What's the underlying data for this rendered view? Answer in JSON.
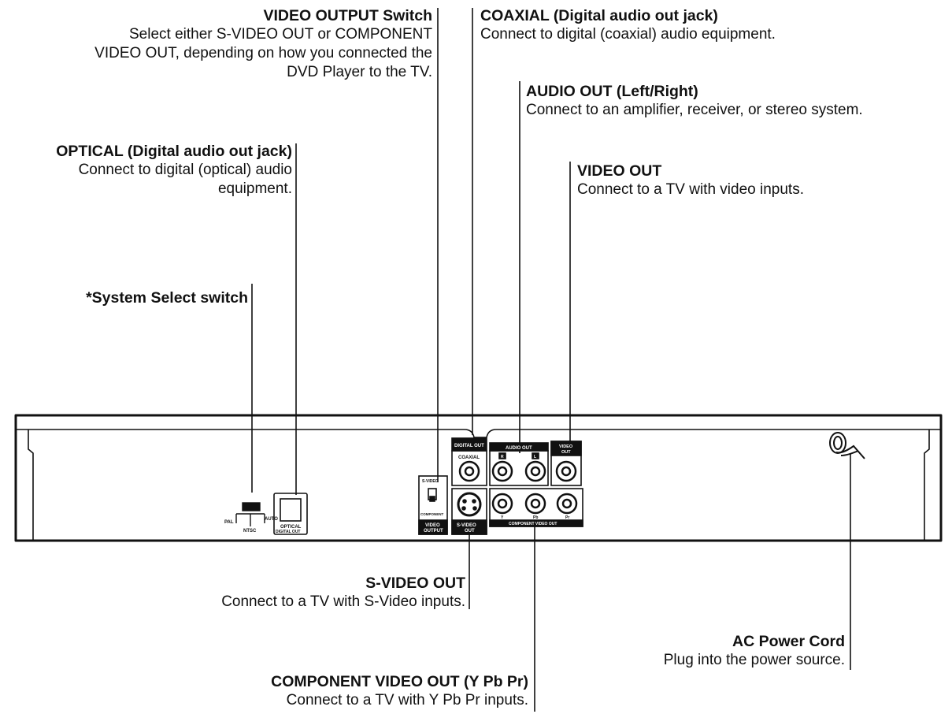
{
  "callouts": {
    "video_output_switch": {
      "title": "VIDEO OUTPUT Switch",
      "desc": [
        "Select either S-VIDEO OUT or COMPONENT",
        "VIDEO OUT, depending on how you connected the",
        "DVD Player to the TV."
      ]
    },
    "coaxial": {
      "title": "COAXIAL (Digital audio out jack)",
      "desc": [
        "Connect to digital (coaxial) audio equipment."
      ]
    },
    "audio_out": {
      "title": "AUDIO OUT (Left/Right)",
      "desc": [
        "Connect to an amplifier, receiver, or stereo system."
      ]
    },
    "optical": {
      "title": "OPTICAL (Digital audio out jack)",
      "desc": [
        "Connect to digital (optical) audio",
        "equipment."
      ]
    },
    "video_out": {
      "title": "VIDEO OUT",
      "desc": [
        "Connect to a TV with video inputs."
      ]
    },
    "system_select": {
      "title": "*System Select switch"
    },
    "s_video_out": {
      "title": "S-VIDEO OUT",
      "desc": [
        "Connect to a TV with S-Video inputs."
      ]
    },
    "ac_power": {
      "title": "AC Power Cord",
      "desc": [
        "Plug into the power source."
      ]
    },
    "component_video_out": {
      "title": "COMPONENT VIDEO OUT (Y Pb Pr)",
      "desc": [
        "Connect to a TV with Y Pb Pr inputs."
      ]
    }
  },
  "panel_labels": {
    "pal": "PAL",
    "ntsc": "NTSC",
    "auto": "AUTO",
    "optical": "OPTICAL",
    "digital_out": "DIGITAL OUT",
    "s_video": "S-VIDEO",
    "component": "COMPONENT",
    "video_output": [
      "VIDEO",
      "OUTPUT"
    ],
    "digital_out_header": "DIGITAL OUT",
    "coaxial": "COAXIAL",
    "audio_out_header": "AUDIO OUT",
    "r": "R",
    "l": "L",
    "video_out_header": [
      "VIDEO",
      "OUT"
    ],
    "s_video_out": [
      "S-VIDEO",
      "OUT"
    ],
    "y": "Y",
    "pb": "Pb",
    "pr": "Pr",
    "component_video_out": "COMPONENT VIDEO OUT"
  }
}
